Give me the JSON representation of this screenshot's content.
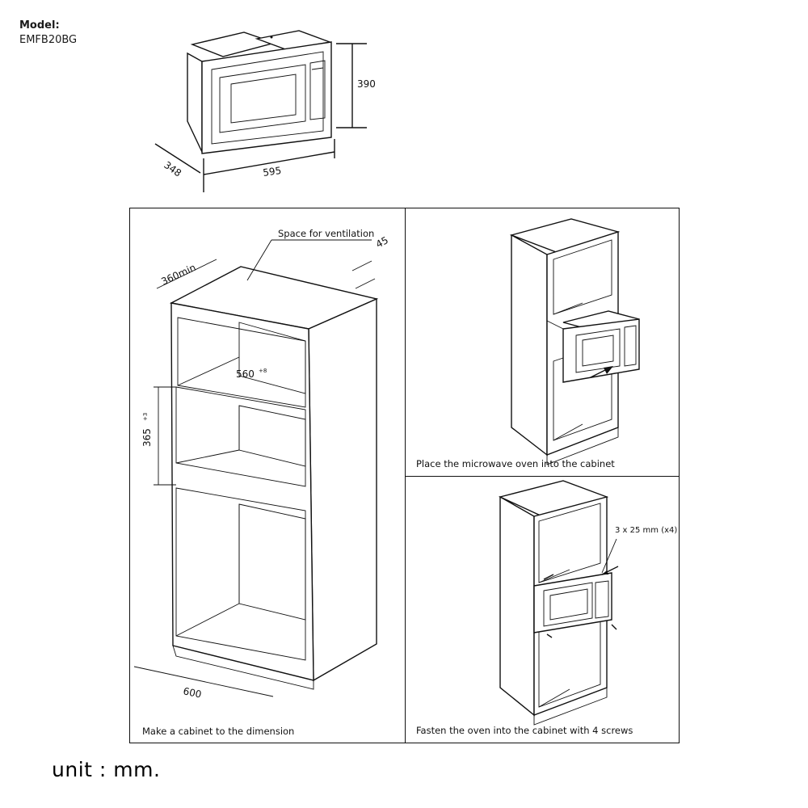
{
  "header": {
    "model_label": "Model:",
    "model_value": "EMFB20BG"
  },
  "product_dimensions": {
    "height": "390",
    "width": "595",
    "depth": "348"
  },
  "panel_cabinet": {
    "ventilation_label": "Space for ventilation",
    "ventilation_gap": "45",
    "depth_min": "360min",
    "inner_width": "560",
    "inner_width_tolerance": "+8",
    "opening_height": "365",
    "opening_height_tolerance": "+3",
    "cabinet_width": "600",
    "caption": "Make a cabinet to the dimension"
  },
  "panel_place": {
    "caption": "Place the microwave oven into the cabinet"
  },
  "panel_fasten": {
    "screw_spec": "3 x 25 mm (x4)",
    "caption": "Fasten the oven into the cabinet with 4 screws"
  },
  "footer": {
    "unit_text": "unit : mm."
  }
}
